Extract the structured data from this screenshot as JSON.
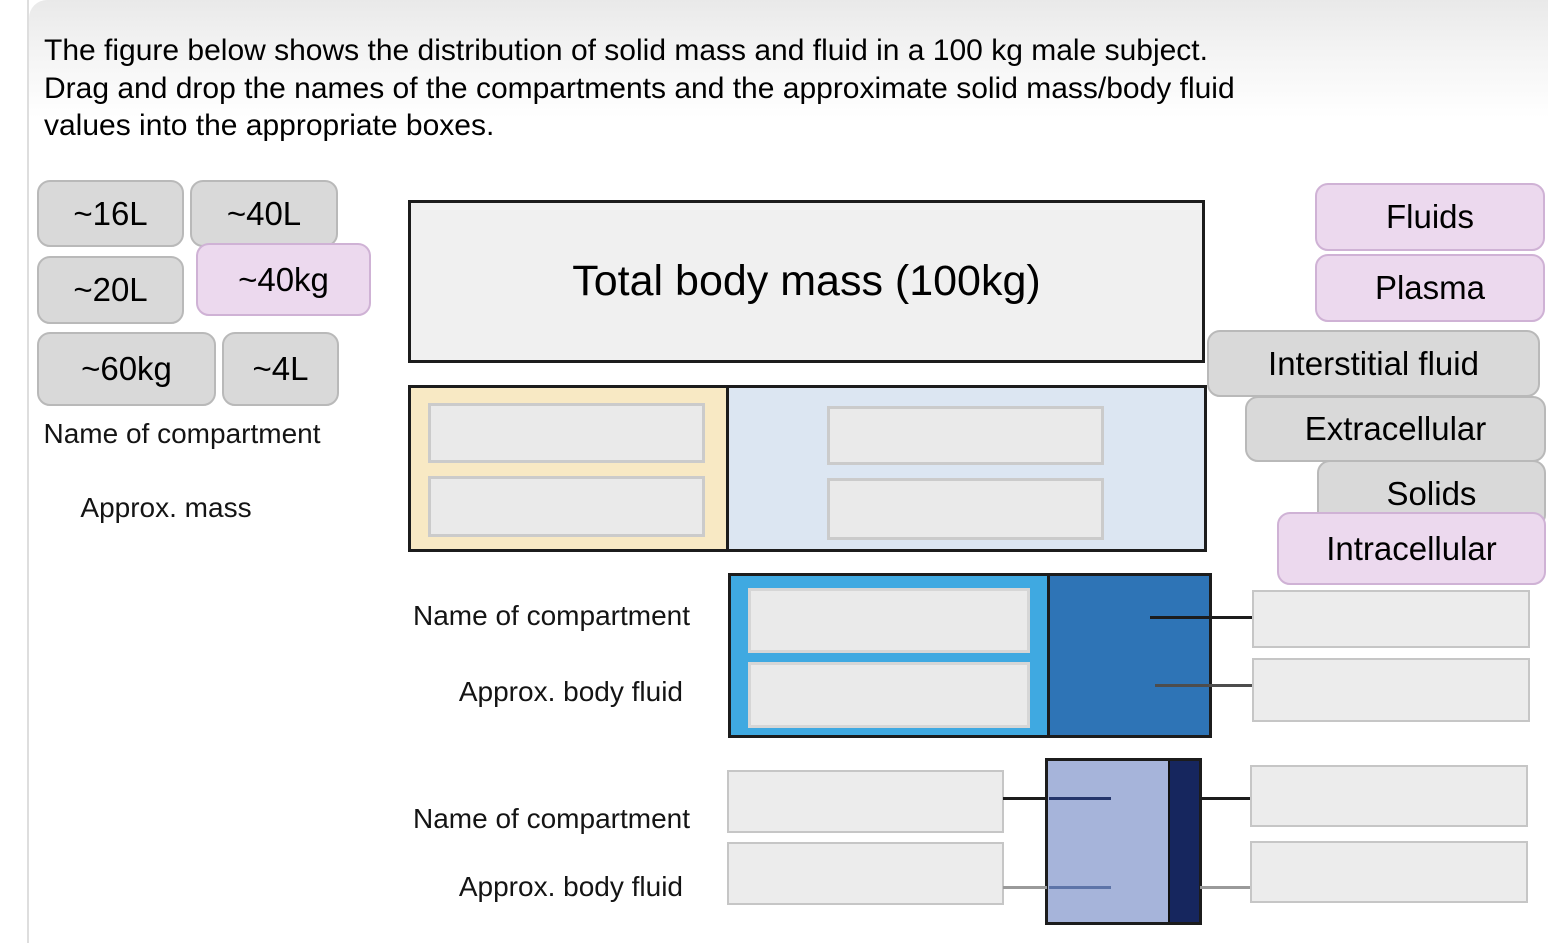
{
  "header": {
    "lines": [
      "The figure below shows the distribution of solid mass and fluid in a 100 kg male subject.",
      "Drag and drop the names of the compartments and the approximate solid mass/body fluid",
      "values into the appropriate boxes."
    ]
  },
  "value_chips": [
    {
      "label": "~16L",
      "variant": "gray"
    },
    {
      "label": "~40L",
      "variant": "gray"
    },
    {
      "label": "~20L",
      "variant": "gray"
    },
    {
      "label": "~40kg",
      "variant": "pink"
    },
    {
      "label": "~60kg",
      "variant": "gray"
    },
    {
      "label": "~4L",
      "variant": "gray"
    }
  ],
  "name_chips": [
    {
      "label": "Fluids",
      "variant": "pink"
    },
    {
      "label": "Plasma",
      "variant": "pink"
    },
    {
      "label": "Interstitial fluid",
      "variant": "gray"
    },
    {
      "label": "Extracellular",
      "variant": "gray"
    },
    {
      "label": "Solids",
      "variant": "gray"
    },
    {
      "label": "Intracellular",
      "variant": "pink"
    }
  ],
  "diagram": {
    "total_label": "Total body mass (100kg)",
    "row_mass": {
      "name_label": "Name of compartment",
      "value_label": "Approx. mass"
    },
    "row_fluid1": {
      "name_label": "Name of compartment",
      "value_label": "Approx. body fluid"
    },
    "row_fluid2": {
      "name_label": "Name of compartment",
      "value_label": "Approx. body fluid"
    }
  },
  "colors": {
    "solids_yellow": "#f8e9c4",
    "fluids_lightblue": "#dce6f2",
    "intracellular_skyblue": "#3fa9e1",
    "extracellular_blue": "#2e74b6",
    "interstitial_periwinkle": "#a6b4da",
    "plasma_navy": "#16265e",
    "chip_gray": "#d9d9d9",
    "chip_pink": "#ecd9ee"
  }
}
